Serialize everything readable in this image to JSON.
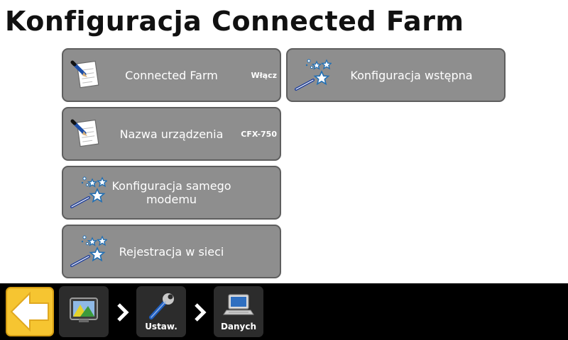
{
  "page": {
    "title": "Konfiguracja Connected Farm"
  },
  "tiles": [
    {
      "label": "Connected Farm",
      "value": "Włącz",
      "icon": "notepad-pencil-icon"
    },
    {
      "label": "Nazwa urządzenia",
      "value": "CFX-750",
      "icon": "notepad-pencil-icon"
    },
    {
      "label": "Konfiguracja samego modemu",
      "icon": "magic-wand-icon"
    },
    {
      "label": "Rejestracja w sieci",
      "icon": "magic-wand-icon"
    },
    {
      "label": "Konfiguracja wstępna",
      "icon": "magic-wand-icon"
    }
  ],
  "breadcrumb": [
    {
      "label": "",
      "icon": "display-home-icon"
    },
    {
      "label": "Ustaw.",
      "icon": "wrench-icon"
    },
    {
      "label": "Danych",
      "icon": "laptop-icon"
    }
  ],
  "colors": {
    "tile_bg": "#8e8e8e",
    "tile_border": "#5e5e5e",
    "back_button": "#f6c531",
    "bar_bg": "#000000",
    "crumb_bg": "#2c2c2c"
  }
}
